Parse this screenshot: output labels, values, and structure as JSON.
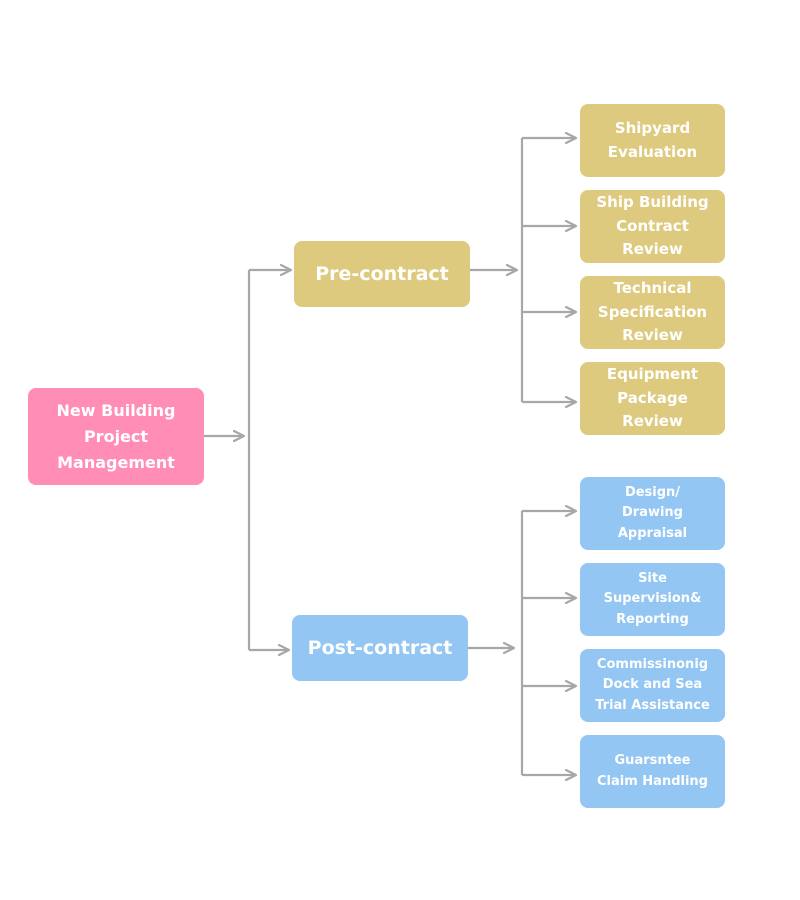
{
  "colors": {
    "root": "#ff8db5",
    "pre_contract": "#ddca7e",
    "post_contract": "#93c6f2",
    "connector": "#a7a7a7"
  },
  "root": {
    "label": "New Building\nProject\nManagement"
  },
  "pre_contract": {
    "label": "Pre-contract",
    "items": [
      {
        "label": "Shipyard\nEvaluation"
      },
      {
        "label": "Ship Building\nContract\nReview"
      },
      {
        "label": "Technical\nSpecification\nReview"
      },
      {
        "label": "Equipment\nPackage\nReview"
      }
    ]
  },
  "post_contract": {
    "label": "Post-contract",
    "items": [
      {
        "label": "Design/\nDrawing\nAppraisal"
      },
      {
        "label": "Site\nSupervision&\nReporting"
      },
      {
        "label": "Commissinonig\nDock and Sea\nTrial Assistance"
      },
      {
        "label": "Guarsntee\nClaim Handling"
      }
    ]
  }
}
